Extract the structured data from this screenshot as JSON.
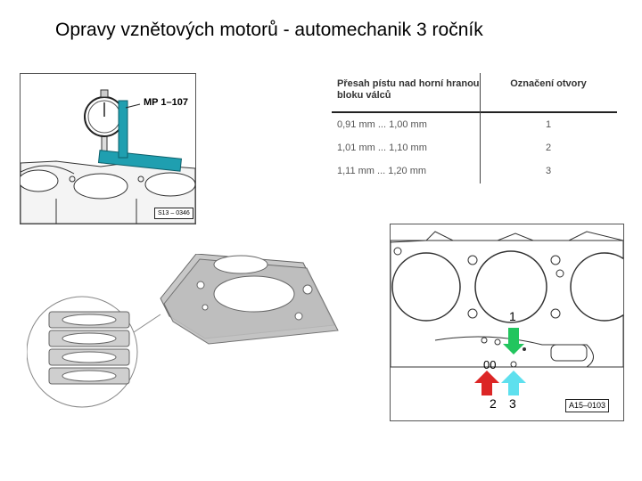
{
  "title": "Opravy vznětových motorů - automechanik 3 ročník",
  "figure_top": {
    "gauge_label": "MP 1–107",
    "code": "S13 – 0346"
  },
  "table": {
    "header": {
      "col1": "Přesah pístu nad horní hranou bloku válců",
      "col2": "Označení otvory"
    },
    "rows": [
      {
        "range": "0,91 mm ... 1,00 mm",
        "mark": "1"
      },
      {
        "range": "1,01 mm ... 1,10 mm",
        "mark": "2"
      },
      {
        "range": "1,11 mm ... 1,20 mm",
        "mark": "3"
      }
    ]
  },
  "figure_gasket": {
    "label_1": "1",
    "label_2": "2",
    "label_3": "3",
    "stamp": "00",
    "code": "A15–0103"
  },
  "colors": {
    "arrow_1": "#22c55e",
    "arrow_2": "#dc2626",
    "arrow_3": "#5ee0ee",
    "gauge_bar": "#1f9fb0"
  }
}
